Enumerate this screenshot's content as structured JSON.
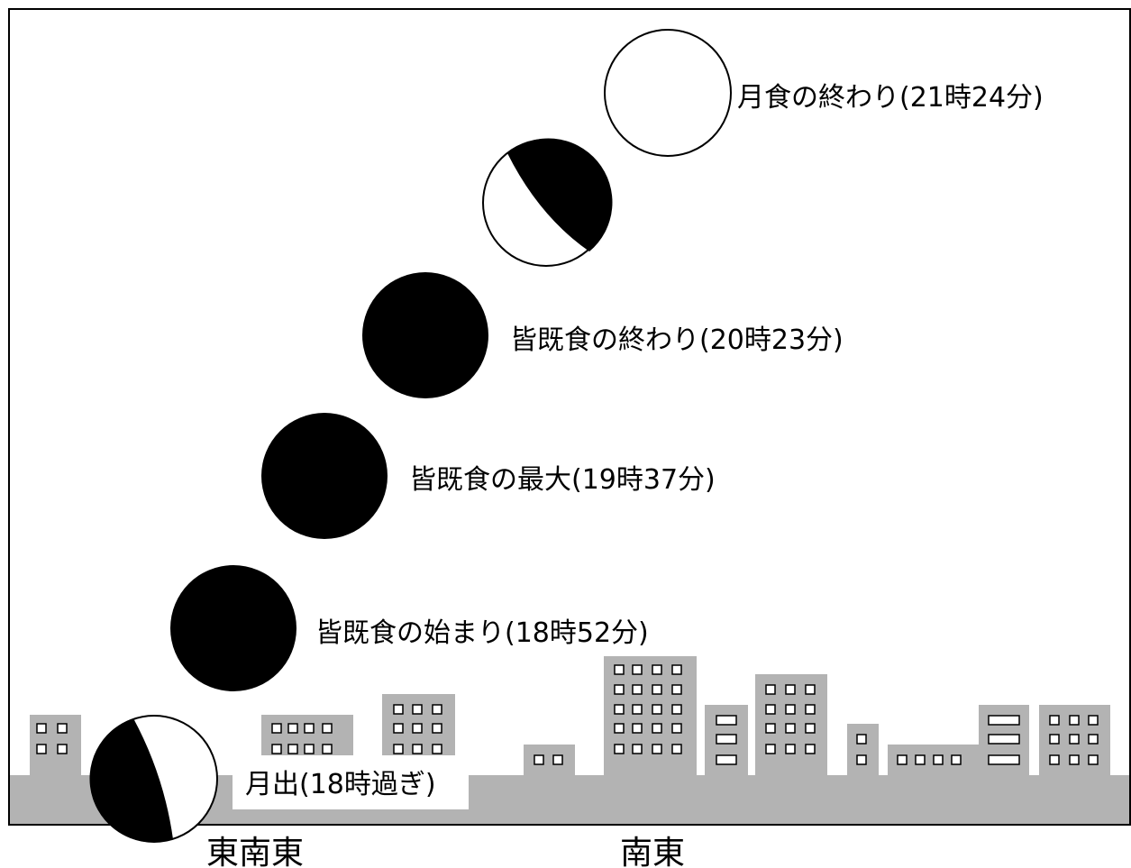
{
  "events": [
    {
      "label": "月出(18時過ぎ)",
      "phase": "partial-rising"
    },
    {
      "label": "皆既食の始まり(18時52分)",
      "phase": "total"
    },
    {
      "label": "皆既食の最大(19時37分)",
      "phase": "total"
    },
    {
      "label": "皆既食の終わり(20時23分)",
      "phase": "total"
    },
    {
      "label": "",
      "phase": "partial-waning"
    },
    {
      "label": "月食の終わり(21時24分)",
      "phase": "full"
    }
  ],
  "directions": {
    "left": "東南東",
    "center": "南東"
  },
  "colors": {
    "ground": "#b3b3b3",
    "moon_dark": "#000000",
    "moon_light": "#ffffff",
    "frame": "#000000"
  }
}
